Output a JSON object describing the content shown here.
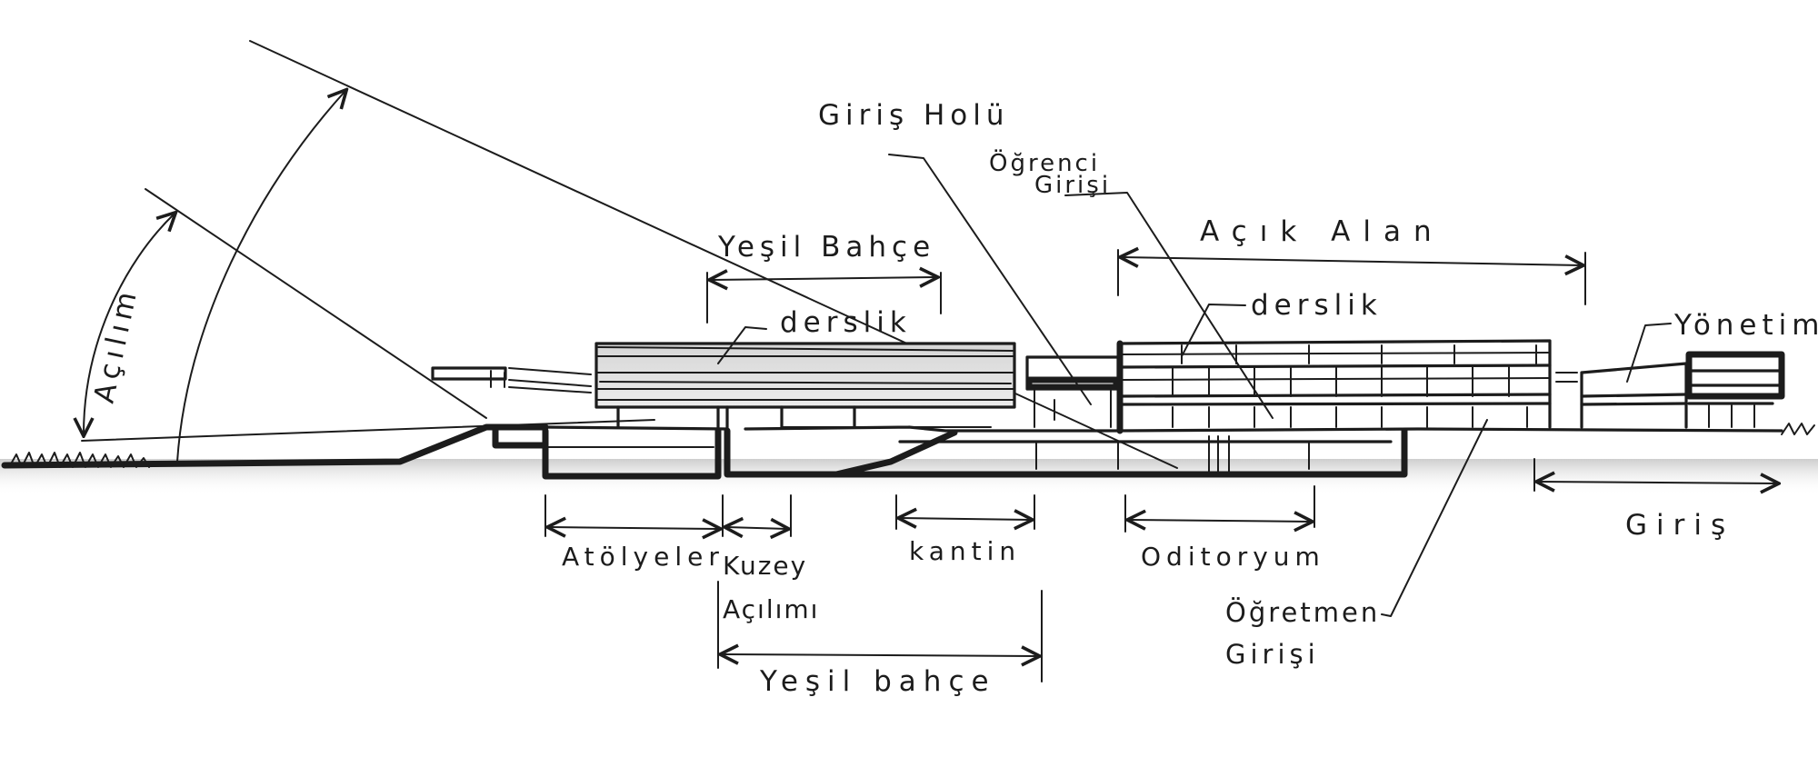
{
  "labels": {
    "acilim_left": "Açılım",
    "giris_holu": "Giriş Holü",
    "ogrenci_girisi_1": "Öğrenci",
    "ogrenci_girisi_2": "Girişi",
    "yesil_bahce_upper": "Yeşil Bahçe",
    "acik_alan": "Açık Alan",
    "derslik_left": "derslik",
    "derslik_right": "derslik",
    "yonetim": "Yönetim",
    "atolyeler": "Atölyeler",
    "kuzey": "Kuzey",
    "acilimi": "Açılımı",
    "kantin": "kantin",
    "oditoryum": "Oditoryum",
    "ogretmen_girisi_1": "Öğretmen",
    "ogretmen_girisi_2": "Girişi",
    "giris": "Giriş",
    "yesil_bahce_lower": "Yeşil bahçe"
  },
  "colors": {
    "ink": "#1c1c1c",
    "shade": "#c9c9c9",
    "paper": "#ffffff"
  }
}
